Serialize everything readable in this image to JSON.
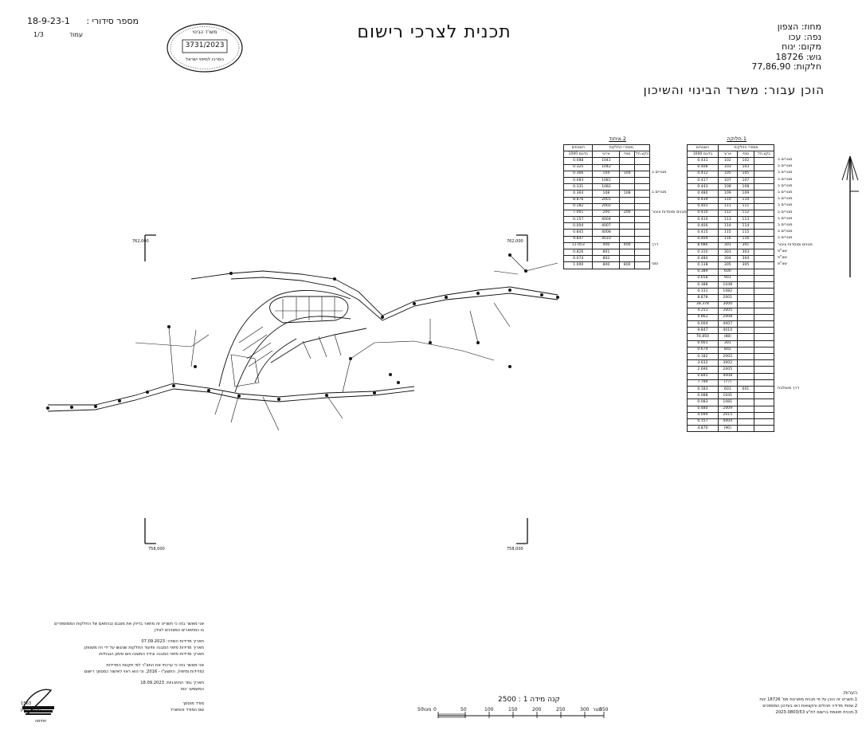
{
  "header": {
    "serial_label": "מספר סידורי :",
    "serial_value": "18-9-23-1",
    "page_label": "עמוד",
    "page_value": "1/3",
    "title": "תכנית לצרכי רישום",
    "prepared_for": "הוכן עבור: משרד הבינוי והשיכון",
    "location_lines": [
      "מחוז: הצפון",
      "נפה: עכו",
      "מקום: ינוח",
      "גוש: 18726",
      "חלקות: 77,86,90"
    ]
  },
  "stamp": {
    "top_text": "משרד הבינוי",
    "number": "3731/2023",
    "bottom_text": "המרכז למיפוי ישראל"
  },
  "tables": {
    "left": {
      "title": "2.איחוד",
      "head_group": "מספרי החלקות",
      "head_area": "השטחים",
      "head_cols": [
        "בדונם 1000",
        "ארעי",
        "סופי",
        "בקצ.חל"
      ],
      "rows": [
        [
          "0.088",
          "1041",
          "",
          "",
          ""
        ],
        [
          "0.325",
          "1042",
          "",
          "",
          ""
        ],
        [
          "0.366",
          "104",
          "104",
          "",
          "מגורים ב"
        ],
        [
          "0.083",
          "1081",
          "",
          "",
          ""
        ],
        [
          "0.331",
          "1082",
          "",
          "",
          ""
        ],
        [
          "0.364",
          "108",
          "108",
          "",
          "מגורים ב"
        ],
        [
          "8.876",
          "2001",
          "",
          "",
          ""
        ],
        [
          "0.182",
          "2002",
          "",
          "",
          ""
        ],
        [
          "7.061",
          "200",
          "200",
          "",
          "מבנים ומוסדות ציבור"
        ],
        [
          "0.157",
          "4004",
          "",
          "",
          ""
        ],
        [
          "0.004",
          "4007",
          "",
          "",
          ""
        ],
        [
          "0.845",
          "4008",
          "",
          "",
          ""
        ],
        [
          "9.847",
          "4010",
          "",
          "",
          ""
        ],
        [
          "11.053",
          "400",
          "400",
          "",
          "דרך"
        ],
        [
          "0.826",
          "801",
          "",
          "",
          ""
        ],
        [
          "0.074",
          "802",
          "",
          "",
          ""
        ],
        [
          "1.000",
          "800",
          "800",
          "",
          "זמני"
        ]
      ]
    },
    "right": {
      "title": "1.חלוקה",
      "head_group": "מספרי החלקות",
      "head_area": "השטחים",
      "head_cols": [
        "בדונם 1000",
        "ארעי",
        "סופי",
        "בקצ.חל"
      ],
      "rows": [
        [
          "0.431",
          "102",
          "102",
          "מגורים ב"
        ],
        [
          "0.408",
          "103",
          "103",
          "מגורים ב"
        ],
        [
          "0.412",
          "105",
          "105",
          "מגורים ב"
        ],
        [
          "0.417",
          "107",
          "107",
          "מגורים ב"
        ],
        [
          "0.443",
          "108",
          "108",
          "מגורים ב"
        ],
        [
          "0.480",
          "109",
          "109",
          "מגורים ב"
        ],
        [
          "0.439",
          "110",
          "110",
          "מגורים ב"
        ],
        [
          "0.401",
          "111",
          "111",
          "מגורים ב"
        ],
        [
          "0.410",
          "112",
          "112",
          "מגורים ב"
        ],
        [
          "0.410",
          "113",
          "113",
          "מגורים ב"
        ],
        [
          "0.406",
          "114",
          "114",
          "מגורים ב"
        ],
        [
          "0.415",
          "115",
          "115",
          "מגורים ב"
        ],
        [
          "0.404",
          "116",
          "116",
          "מגורים ב"
        ],
        [
          "8.086",
          "301",
          "301",
          "מבנים ומוסדות ציבור"
        ],
        [
          "0.310",
          "303",
          "303",
          "שצ\"פ"
        ],
        [
          "0.480",
          "304",
          "304",
          "שצ\"פ"
        ],
        [
          "0.138",
          "305",
          "305",
          "שצ\"פ"
        ],
        [
          "0.389",
          "600",
          "",
          ""
        ],
        [
          "0.658",
          "901",
          "",
          ""
        ],
        [
          "0.388",
          "1048",
          "",
          ""
        ],
        [
          "0.331",
          "1082",
          "",
          ""
        ],
        [
          "8.878",
          "2001",
          "",
          ""
        ],
        [
          "38.378",
          "3000",
          "",
          ""
        ],
        [
          "4.251",
          "2005",
          "",
          ""
        ],
        [
          "4.862",
          "2008",
          "",
          ""
        ],
        [
          "0.004",
          "4007",
          "",
          ""
        ],
        [
          "9.847",
          "4010",
          "",
          ""
        ],
        [
          "76.850",
          "(88)",
          "",
          ""
        ],
        [
          "0.001",
          "301",
          "",
          ""
        ],
        [
          "0.674",
          "802",
          "",
          ""
        ],
        [
          "0.182",
          "2002",
          "",
          ""
        ],
        [
          "3.632",
          "3002",
          "",
          ""
        ],
        [
          "2.690",
          "2005",
          "",
          ""
        ],
        [
          "0.845",
          "4008",
          "",
          ""
        ],
        [
          "7.794",
          "(77)",
          "",
          ""
        ],
        [
          "0.183",
          "601",
          "601",
          "דרך משולבת"
        ],
        [
          "0.088",
          "1041",
          "",
          ""
        ],
        [
          "0.083",
          "1081",
          "",
          ""
        ],
        [
          "0.480",
          "2009",
          "",
          ""
        ],
        [
          "4.099",
          "2015",
          "",
          ""
        ],
        [
          "0.157",
          "4004",
          "",
          ""
        ],
        [
          "4.870",
          "(90)",
          "",
          ""
        ]
      ]
    }
  },
  "map_labels": {
    "coord_tl": "762,000",
    "coord_tr": "762,000",
    "coord_bl": "758,000",
    "coord_br": "758,000"
  },
  "declarations": {
    "line1": "אני מאשר בזה כי תשריט זה מתאר בדיוק את מצבם ובהתאם של החלקות הממוספרים",
    "line2": "בו כמתוארים המצוינים לצידן",
    "line3_label": "תאריך מדידות השדה:",
    "line3_value": "07.09.2023",
    "line4": "תאריך מדידות מיפוי המבנה ותיעוד החלקות שנעשו על ידי היו משטחן:",
    "line5": "תאריך מדידות מיפוי המבנה ובידוי המשנה ויום סימון הגבולות:",
    "line6": "אני מאשר בזה כי ערכתי את התצ\"ר לפי תקנות המדידות",
    "line7": "(מדידות ומיפוי), התשע\"ו - 2016, וכי הוא ראוי לאישור כמסמך רישום",
    "line8_label": "תאריך גמר החתכניות:",
    "line8_value": "18.09.2023",
    "line9_label": "המשמש:",
    "line9_value": "ינוח",
    "sig_name_label": "מודד מוסמך",
    "sig_id_label": "מספר רשיון",
    "sig_id_value": "1563",
    "sig_name2": "שם המודד והמשרד",
    "signature_caption": "חתימה"
  },
  "scale": {
    "label": "קנה מידה 1 : 2500",
    "ticks": [
      "350",
      "300",
      "250",
      "200",
      "150",
      "100",
      "50",
      "0",
      "50"
    ],
    "unit_left": "מטר",
    "unit_right": "מטר"
  },
  "notes": {
    "title": "הערות:",
    "items": [
      "1.תשריט זה הוכן על פי תכנית מפורטת מס' 18726 ינוח",
      "2.שטחי מדידה חכולים והקצאות ראו בעדכון המסמכים",
      "3.תכנית תואמת ברשום לת\"צ 2023-0803/53"
    ]
  }
}
